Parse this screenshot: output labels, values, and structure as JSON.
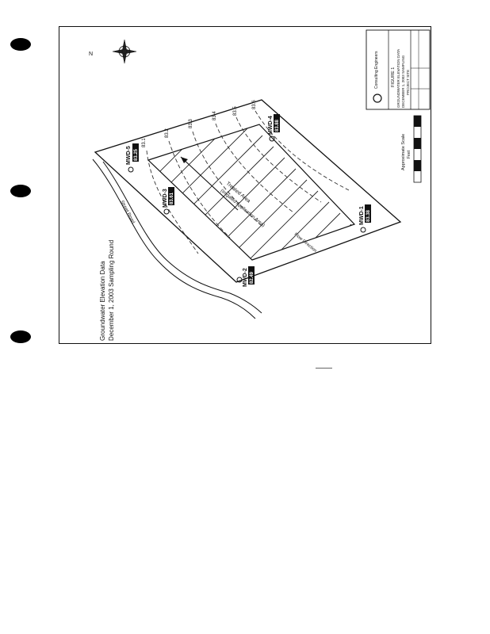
{
  "map": {
    "title_line1": "Groundwater Elevation Data",
    "title_line2": "December 1, 2003 Sampling Round",
    "road_label": "Street Road",
    "north_arrow_label": "N",
    "wells": [
      {
        "id": "MWD-1",
        "elevation": "83.38"
      },
      {
        "id": "MWD-2",
        "elevation": "82.49"
      },
      {
        "id": "MWD-3",
        "elevation": "83.61"
      },
      {
        "id": "MWD-4",
        "elevation": "83.88"
      },
      {
        "id": "MWD-5",
        "elevation": "83.25"
      }
    ],
    "contour_labels": [
      "83.1",
      "83.2",
      "83.3",
      "83.4",
      "83.5",
      "83.6"
    ],
    "treated_area_label_line1": "Treated Area",
    "treated_area_label_line2": "(Irrigated Application Area)",
    "flow_label": "Flow Direction",
    "scale": {
      "title": "Approximate Scale",
      "units": "Feet"
    },
    "title_block": {
      "company": "Consulting Engineers",
      "figure_label": "FIGURE 1",
      "project_line1": "GROUNDWATER ELEVATION DATA",
      "project_line2": "DECEMBER 1, 2003 SAMPLING",
      "project_line3": "PROJECT SITE"
    }
  }
}
